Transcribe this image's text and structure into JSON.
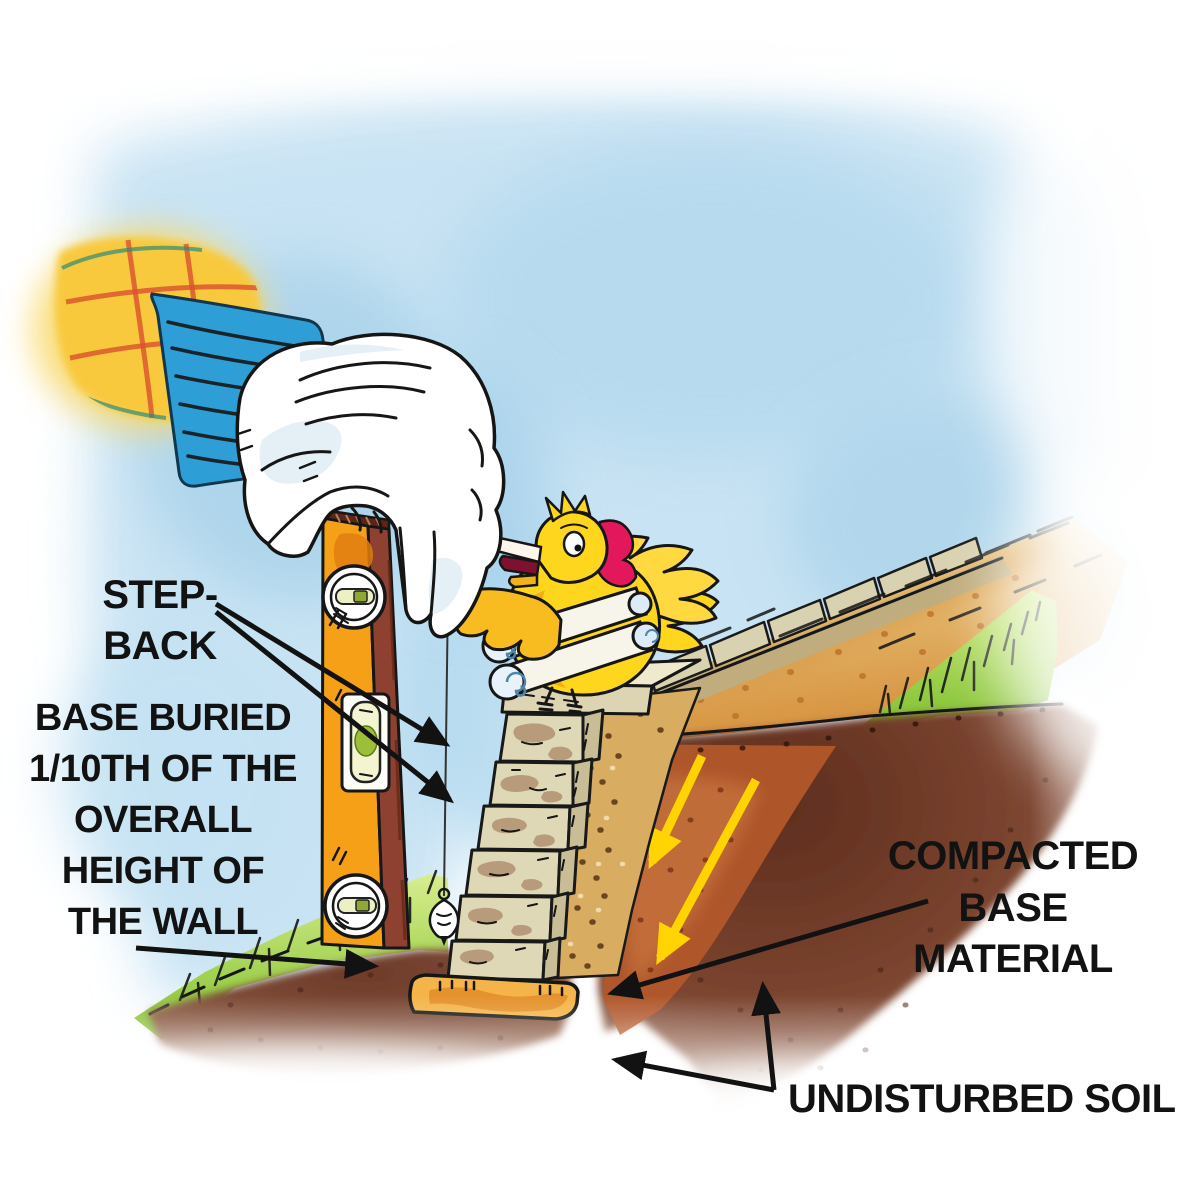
{
  "figure": {
    "type": "instructional-diagram",
    "subject": "Retaining wall cross-section: step-back construction with buried base, compacted base material and undisturbed soil",
    "style": "watercolor cartoon illustration with gloved hand, spirit level, plumb bob and cartoon chicken"
  },
  "labels": {
    "step_back": {
      "lines": [
        "STEP-",
        "BACK"
      ]
    },
    "base_buried": {
      "lines": [
        "BASE BURIED",
        "1/10TH OF THE",
        "OVERALL",
        "HEIGHT OF",
        "THE WALL"
      ]
    },
    "compacted_base": {
      "lines": [
        "COMPACTED",
        "BASE",
        "MATERIAL"
      ]
    },
    "undisturbed_soil": {
      "lines": [
        "UNDISTURBED SOIL"
      ]
    }
  },
  "colors": {
    "sky": "#C3E1F2",
    "sky_deep": "#A9D2EA",
    "level_orange": "#F5A017",
    "level_edge_maroon": "#8E4130",
    "vial_green": "#9DBE3A",
    "label_black": "#121212",
    "pressure_arrow_yellow": "#FFD400",
    "grass_green": "#8CC832",
    "soil_dark_brown": "#6E3B2A",
    "rust_backfill": "#B2572B",
    "gravel_tan": "#D8AD62",
    "stone_block": "#DFD8B6",
    "base_pad_orange": "#F4B449",
    "bird_yellow": "#FFD61E",
    "bird_orange": "#F6A415",
    "comb_red": "#E3175B",
    "glove_white": "#FFFFFF",
    "cuff_blue": "#2E9ED6",
    "sleeve_yellow": "#F8C93E",
    "plaid_red": "#D9512E",
    "blueprint_blue": "#8FC3E4"
  }
}
